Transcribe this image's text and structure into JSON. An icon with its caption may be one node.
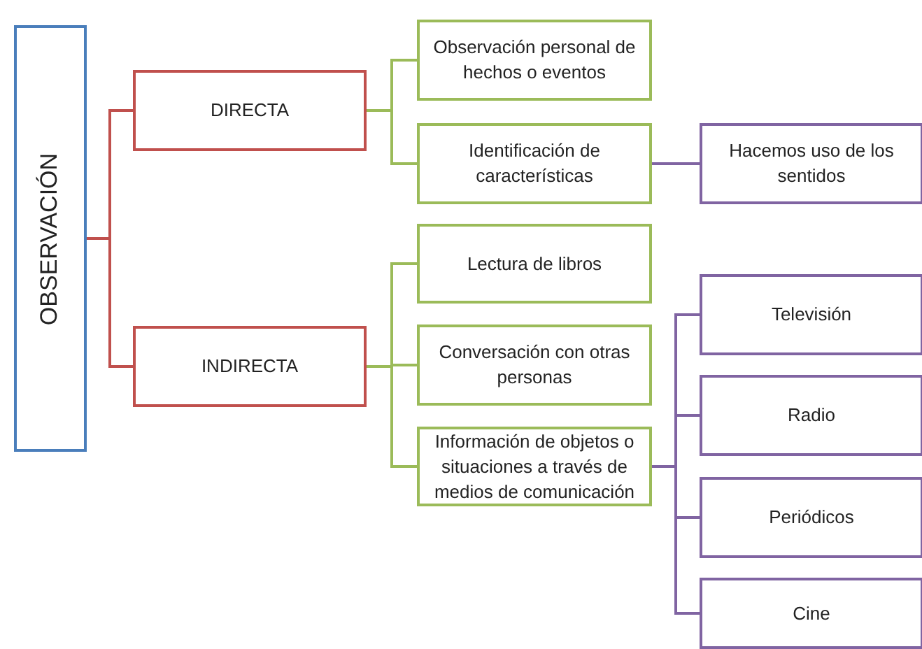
{
  "diagram": {
    "nodes": [
      {
        "text": [
          "OBSERVACIÓN"
        ]
      },
      {
        "text": [
          "DIRECTA"
        ]
      },
      {
        "text": [
          "Observación personal de hechos o eventos"
        ]
      },
      {
        "text": [
          "Identificación de características"
        ]
      },
      {
        "text": [
          "Hacemos uso de los sentidos"
        ]
      },
      {
        "text": [
          "INDIRECTA"
        ]
      },
      {
        "text": [
          "Lectura de libros"
        ]
      },
      {
        "text": [
          "Conversación con otras personas"
        ]
      },
      {
        "text": [
          "Información de objetos o situaciones a través de medios de comunicación"
        ]
      },
      {
        "text": [
          "Televisión"
        ]
      },
      {
        "text": [
          "Radio"
        ]
      },
      {
        "text": [
          "Periódicos"
        ]
      },
      {
        "text": [
          "Cine"
        ]
      }
    ],
    "edges": [
      {
        "from": 0,
        "to": 1,
        "arrow": "none",
        "color": "#c0504d"
      },
      {
        "from": 0,
        "to": 5,
        "arrow": "none",
        "color": "#c0504d"
      },
      {
        "from": 1,
        "to": 2,
        "arrow": "none",
        "color": "#9bbb59"
      },
      {
        "from": 1,
        "to": 3,
        "arrow": "none",
        "color": "#9bbb59"
      },
      {
        "from": 3,
        "to": 4,
        "arrow": "none",
        "color": "#8064a2"
      },
      {
        "from": 5,
        "to": 6,
        "arrow": "none",
        "color": "#9bbb59"
      },
      {
        "from": 5,
        "to": 7,
        "arrow": "none",
        "color": "#9bbb59"
      },
      {
        "from": 5,
        "to": 8,
        "arrow": "none",
        "color": "#9bbb59"
      },
      {
        "from": 8,
        "to": 9,
        "arrow": "none",
        "color": "#8064a2"
      },
      {
        "from": 8,
        "to": 10,
        "arrow": "none",
        "color": "#8064a2"
      },
      {
        "from": 8,
        "to": 11,
        "arrow": "none",
        "color": "#8064a2"
      },
      {
        "from": 8,
        "to": 12,
        "arrow": "none",
        "color": "#8064a2"
      }
    ]
  }
}
